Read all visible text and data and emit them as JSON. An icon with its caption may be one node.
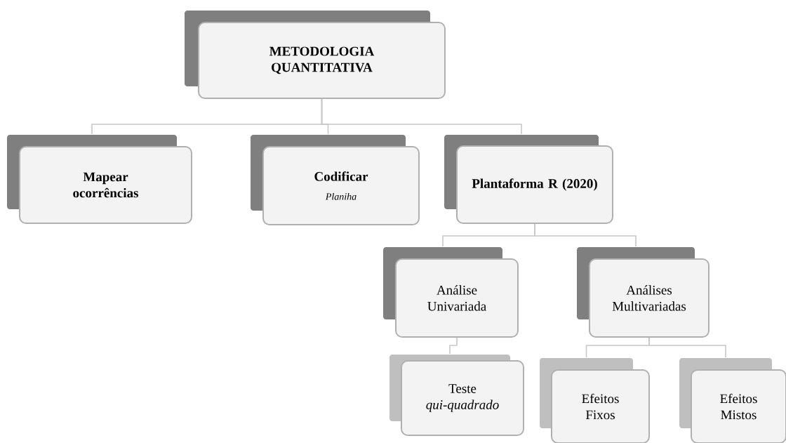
{
  "diagram": {
    "nodes": [
      {
        "text": [
          "METODOLOGIA QUANTITATIVA"
        ]
      },
      {
        "text": [
          "Mapear ocorrências"
        ]
      },
      {
        "text": [
          "Codificar",
          "Planiha"
        ]
      },
      {
        "text": [
          "Plantaforma R (2020)"
        ]
      },
      {
        "text": [
          "Análise Univariada"
        ]
      },
      {
        "text": [
          "Análises Multivariadas"
        ]
      },
      {
        "text": [
          "Teste *qui-quadrado*"
        ]
      },
      {
        "text": [
          "Efeitos Fixos"
        ]
      },
      {
        "text": [
          "Efeitos Mistos"
        ]
      }
    ],
    "edges": [
      {
        "from": 0,
        "to": 1,
        "arrow": "none"
      },
      {
        "from": 0,
        "to": 2,
        "arrow": "none"
      },
      {
        "from": 0,
        "to": 3,
        "arrow": "none"
      },
      {
        "from": 3,
        "to": 4,
        "arrow": "none"
      },
      {
        "from": 3,
        "to": 5,
        "arrow": "none"
      },
      {
        "from": 4,
        "to": 6,
        "arrow": "none"
      },
      {
        "from": 5,
        "to": 7,
        "arrow": "none"
      },
      {
        "from": 5,
        "to": 8,
        "arrow": "none"
      }
    ]
  }
}
